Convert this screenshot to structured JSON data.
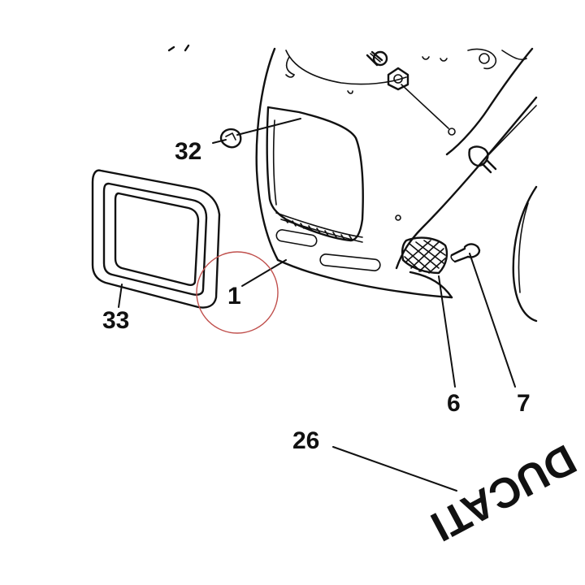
{
  "diagram": {
    "callouts": {
      "part_1": "1",
      "part_6": "6",
      "part_7": "7",
      "part_26": "26",
      "part_32": "32",
      "part_33": "33"
    },
    "decal_text": "DUCATI",
    "highlight_color": "#c0504d",
    "line_color": "#111111"
  }
}
